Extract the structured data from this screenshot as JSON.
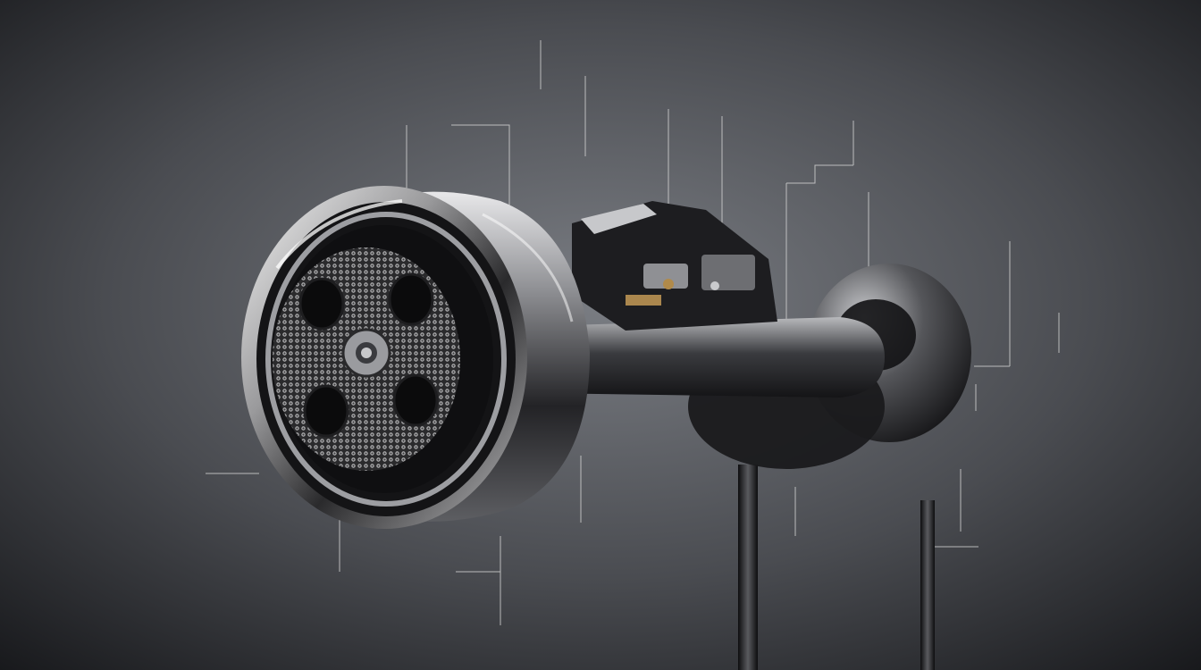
{
  "image": {
    "description_visible_text": "none",
    "colors": {
      "background_center": "#6e7177",
      "background_edge": "#1c1d20",
      "chrome": "#d8d8d8",
      "dark_metal": "#1a1a1c",
      "label_text": "#e6e6e6",
      "leader_line": "#cfcfcf"
    },
    "icons": [
      "speaker-grille",
      "mic-boom",
      "stand-pole"
    ]
  },
  "labels": []
}
